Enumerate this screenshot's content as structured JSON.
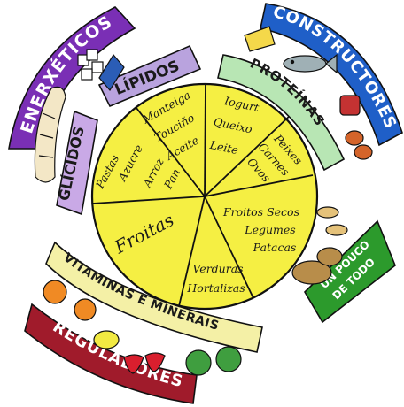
{
  "colors": {
    "wheel": "#f5ef43",
    "energy": "#7a2fb5",
    "lipids": "#b9a3de",
    "glucids": "#c9a9e6",
    "builders": "#1f5fc8",
    "proteins": "#b8e6b4",
    "regulators": "#a01b2b",
    "vitamins": "#f4f0a6",
    "mixed": "#2c9a2c",
    "outline": "#111111"
  },
  "banners": {
    "energy": "ENERXÉTICOS",
    "lipids": "LÍPIDOS",
    "glucids": "GLÍCIDOS",
    "builders": "CONSTRUCTORES",
    "proteins": "PROTEÍNAS",
    "regulators": "REGULADORES",
    "vitamins": "VITAMINAS E MINERAIS",
    "mixed_line1": "UN POUCO",
    "mixed_line2": "DE TODO"
  },
  "wedges": {
    "fats": [
      "Manteiga",
      "Touciño",
      "Aceite"
    ],
    "dairy": [
      "Iogurt",
      "Queixo",
      "Leite"
    ],
    "meat": [
      "Peixes",
      "Carnes",
      "Ovos"
    ],
    "legumes": [
      "Froitos Secos",
      "Legumes",
      "Patacas"
    ],
    "veg": [
      "Verduras",
      "Hortalizas"
    ],
    "fruit": [
      "Froitas"
    ],
    "cereals_a": [
      "Pan",
      "Arroz",
      "Azucre"
    ],
    "cereals_b": [
      "Pastas"
    ]
  },
  "foods": [
    "butter-icon",
    "sugar-cubes-icon",
    "bread-icon",
    "cheese-icon",
    "fish-icon",
    "meat-icon",
    "eggs-icon",
    "peanuts-icon",
    "potatoes-icon",
    "orange-icon",
    "lemon-icon",
    "strawberry-icon",
    "lettuce-icon"
  ]
}
